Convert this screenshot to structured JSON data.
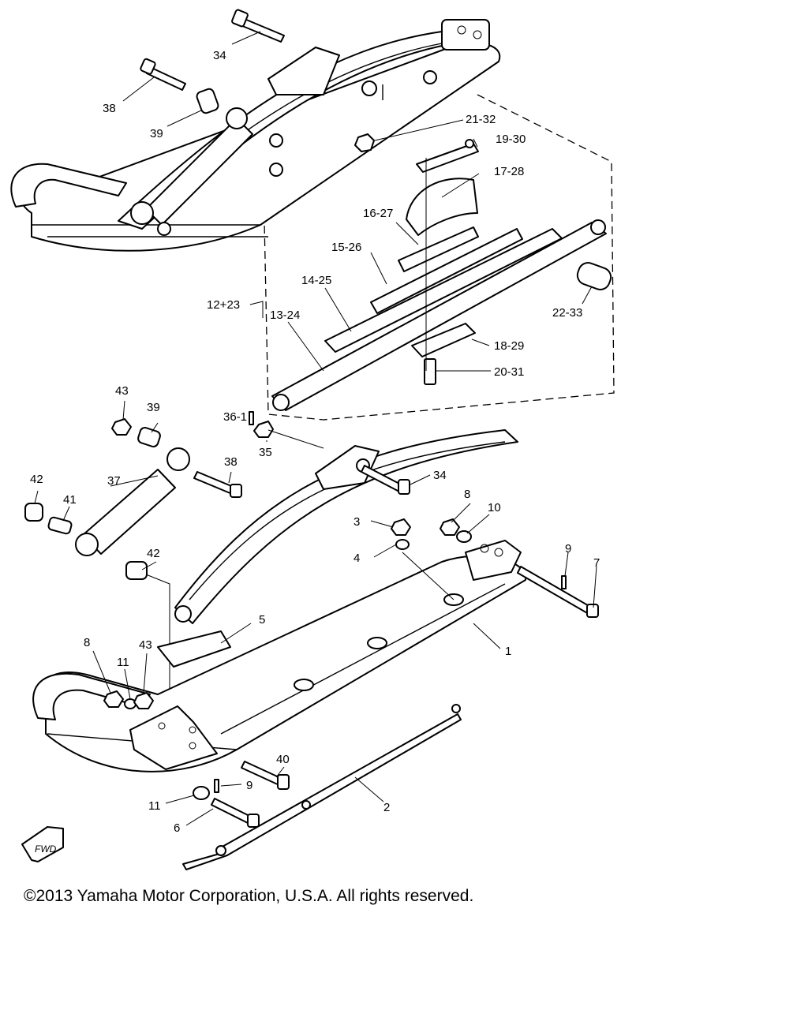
{
  "labels": {
    "p1": "1",
    "p2": "2",
    "p3": "3",
    "p4": "4",
    "p5": "5",
    "p6": "6",
    "p7": "7",
    "p8a": "8",
    "p8b": "8",
    "p9a": "9",
    "p9b": "9",
    "p10": "10",
    "p11a": "11",
    "p11b": "11",
    "p12_23": "12+23",
    "p13_24": "13-24",
    "p14_25": "14-25",
    "p15_26": "15-26",
    "p16_27": "16-27",
    "p17_28": "17-28",
    "p18_29": "18-29",
    "p19_30": "19-30",
    "p20_31": "20-31",
    "p21_32": "21-32",
    "p22_33": "22-33",
    "p34a": "34",
    "p34b": "34",
    "p35": "35",
    "p36": "36-1",
    "p37": "37",
    "p38a": "38",
    "p38b": "38",
    "p39a": "39",
    "p39b": "39",
    "p40": "40",
    "p41": "41",
    "p42a": "42",
    "p42b": "42",
    "p43a": "43",
    "p43b": "43"
  },
  "fwd_badge": "FWD",
  "copyright": "©2013 Yamaha Motor Corporation, U.S.A. All rights reserved."
}
